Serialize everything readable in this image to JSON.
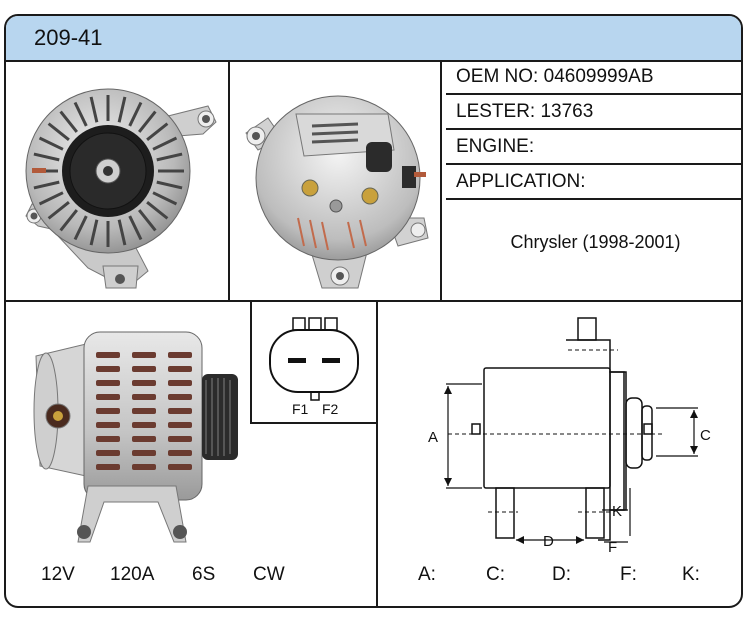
{
  "part_number": "209-41",
  "specs": {
    "oem_label": "OEM NO:",
    "oem_value": "04609999AB",
    "lester_label": "LESTER:",
    "lester_value": "13763",
    "engine_label": "ENGINE:",
    "engine_value": "",
    "application_label": "APPLICATION:",
    "application_value": "Chrysler (1998-2001)"
  },
  "ratings": {
    "voltage": "12V",
    "amperage": "120A",
    "pulley": "6S",
    "rotation": "CW"
  },
  "connector": {
    "pin1": "F1",
    "pin2": "F2"
  },
  "dimensions": {
    "labels": [
      "A:",
      "C:",
      "D:",
      "F:",
      "K:"
    ],
    "diagram_letters": {
      "a": "A",
      "c": "C",
      "d": "D",
      "f": "F",
      "k": "K"
    }
  },
  "colors": {
    "header_bg": "#b8d6ef",
    "border": "#1a1a1a"
  }
}
